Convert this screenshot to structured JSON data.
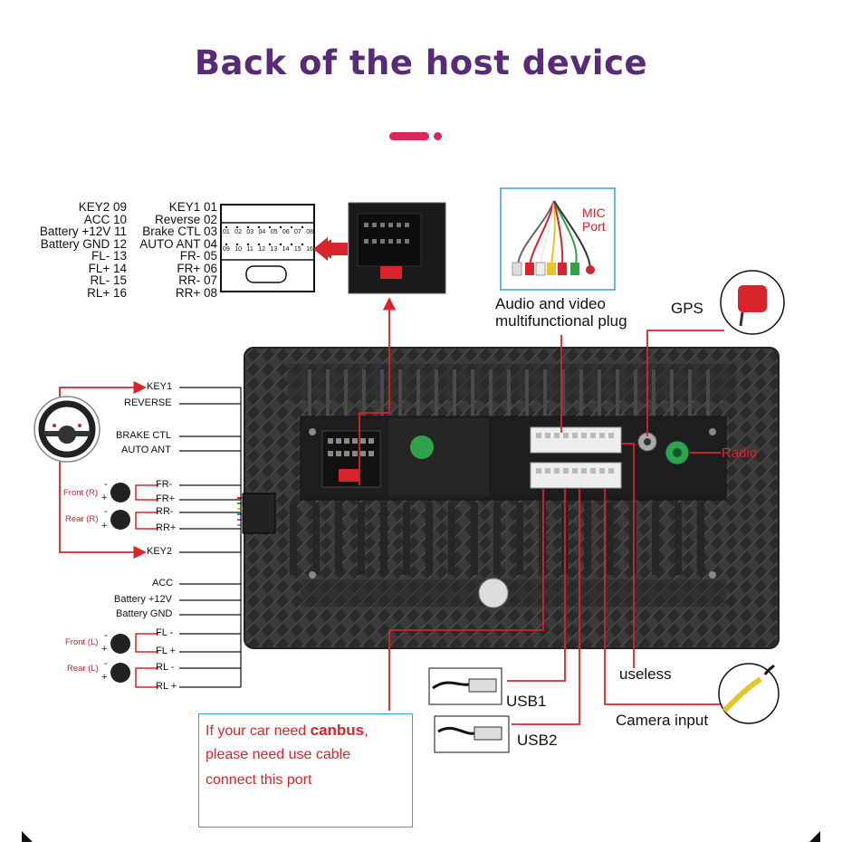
{
  "title": "Back of the host device",
  "connector_pins": {
    "left": [
      "KEY2 09",
      "ACC 10",
      "Battery +12V 11",
      "Battery GND 12",
      "FL- 13",
      "FL+ 14",
      "RL- 15",
      "RL+ 16"
    ],
    "right": [
      "KEY1 01",
      "Reverse 02",
      "Brake CTL 03",
      "AUTO ANT 04",
      "FR- 05",
      "FR+ 06",
      "RR- 07",
      "RR+ 08"
    ],
    "top_numbers": [
      "01",
      "02",
      "03",
      "04",
      "05",
      "06",
      "07",
      "08"
    ],
    "bottom_numbers": [
      "09",
      "10",
      "11",
      "12",
      "13",
      "14",
      "15",
      "16"
    ]
  },
  "harness": {
    "group1": [
      "KEY1",
      "REVERSE",
      "BRAKE CTL",
      "AUTO ANT",
      "FR-",
      "FR+",
      "RR-",
      "RR+",
      "KEY2"
    ],
    "group2": [
      "ACC",
      "Battery +12V",
      "Battery GND",
      "FL -",
      "FL +",
      "RL -",
      "RL +"
    ],
    "front_r": "Front (R)",
    "rear_r": "Rear (R)",
    "front_l": "Front (L)",
    "rear_l": "Rear (L)"
  },
  "callouts": {
    "mic_port_line1": "MIC",
    "mic_port_line2": "Port",
    "audio_video_line1": "Audio and video",
    "audio_video_line2": "multifunctional plug",
    "gps": "GPS",
    "radio": "Radio",
    "useless": "useless",
    "usb1": "USB1",
    "usb2": "USB2",
    "camera_input": "Camera input"
  },
  "canbus_note": {
    "line1_pre": "If your car need ",
    "line1_bold": "canbus",
    "line1_post": ",",
    "line2": "please need use cable",
    "line3": "connect this port"
  },
  "colors": {
    "title": "#5a2a7a",
    "accent_pink": "#e0245e",
    "wire_red": "#d8242a",
    "frame_blue": "#38a0e0"
  }
}
